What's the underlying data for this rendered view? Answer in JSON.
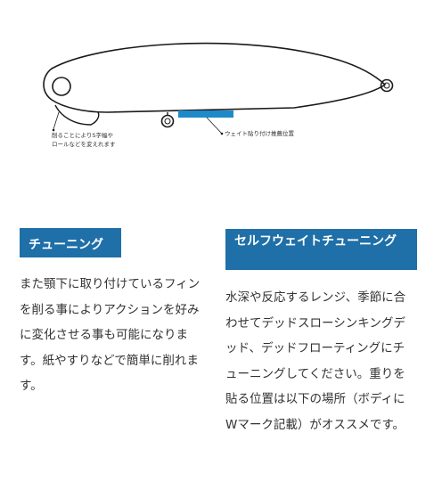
{
  "diagram": {
    "callout_left": "削ることによりS字幅やロールなどを変えれます",
    "callout_left_line1": "削ることによりS字幅や",
    "callout_left_line2": "ロールなどを変えれます",
    "callout_right": "ウェイト貼り付け推薦位置",
    "colors": {
      "outline": "#1a1a1a",
      "weight_marker": "#1f8ac8"
    }
  },
  "sections": {
    "tuning": {
      "heading": "チューニング",
      "body": "また顎下に取り付けているフィンを削る事によりアクションを好みに変化させる事も可能になります。紙やすりなどで簡単に削れます。"
    },
    "self_weight": {
      "heading": "セルフウェイトチューニング",
      "body": "水深や反応するレンジ、季節に合わせてデッドスローシンキングデッド、デッドフローティングにチューニングしてください。重りを貼る位置は以下の場所（ボディにWマーク記載）がオススメです。"
    }
  },
  "colors": {
    "heading_bg": "#1f6fa8",
    "heading_text": "#ffffff",
    "body_text": "#333333"
  }
}
